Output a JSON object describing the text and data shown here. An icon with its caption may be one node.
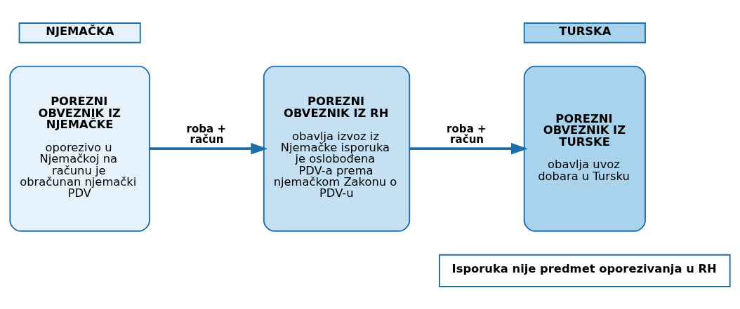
{
  "diagram": {
    "nodes": [
      {
        "text": [
          "NJEMAČKA"
        ]
      },
      {
        "text": [
          "TURSKA"
        ]
      },
      {
        "text": [
          "POREZNI OBVEZNIK IZ NJEMAČKE",
          "oporezivo u Njemačkoj na računu je obračunan njemački PDV"
        ]
      },
      {
        "text": [
          "POREZNI OBVEZNIK IZ RH",
          "obavlja izvoz iz Njemačke isporuka je oslobođena PDV-a prema njemačkom Zakonu o PDV-u"
        ]
      },
      {
        "text": [
          "POREZNI OBVEZNIK IZ TURSKE",
          "obavlja uvoz dobara u Tursku"
        ]
      },
      {
        "text": [
          "Isporuka nije predmet oporezivanja u RH"
        ]
      }
    ],
    "edges": [
      {
        "from": 2,
        "to": 3,
        "arrow": "to",
        "label": "roba + račun"
      },
      {
        "from": 3,
        "to": 4,
        "arrow": "to",
        "label": "roba + račun"
      }
    ]
  }
}
